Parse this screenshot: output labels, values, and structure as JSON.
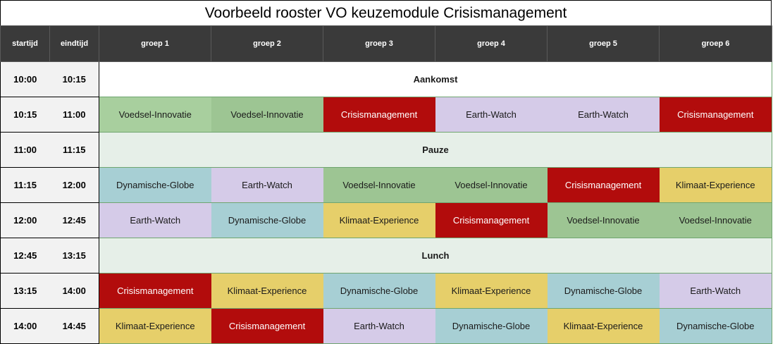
{
  "title": "Voorbeeld rooster VO keuzemodule  Crisismanagement",
  "headers": {
    "start": "startijd",
    "end": "eindtijd",
    "groups": [
      "groep 1",
      "groep 2",
      "groep 3",
      "groep 4",
      "groep 5",
      "groep 6"
    ]
  },
  "rows": [
    {
      "start": "10:00",
      "end": "10:15",
      "span": "Aankomst"
    },
    {
      "start": "10:15",
      "end": "11:00",
      "cells": [
        "Voedsel-Innovatie",
        "Voedsel-Innovatie",
        "Crisismanagement",
        "Earth-Watch",
        "Earth-Watch",
        "Crisismanagement"
      ]
    },
    {
      "start": "11:00",
      "end": "11:15",
      "span": "Pauze"
    },
    {
      "start": "11:15",
      "end": "12:00",
      "cells": [
        "Dynamische-Globe",
        "Earth-Watch",
        "Voedsel-Innovatie",
        "Voedsel-Innovatie",
        "Crisismanagement",
        "Klimaat-Experience"
      ]
    },
    {
      "start": "12:00",
      "end": "12:45",
      "cells": [
        "Earth-Watch",
        "Dynamische-Globe",
        "Klimaat-Experience",
        "Crisismanagement",
        "Voedsel-Innovatie",
        "Voedsel-Innovatie"
      ]
    },
    {
      "start": "12:45",
      "end": "13:15",
      "span": "Lunch"
    },
    {
      "start": "13:15",
      "end": "14:00",
      "cells": [
        "Crisismanagement",
        "Klimaat-Experience",
        "Dynamische-Globe",
        "Klimaat-Experience",
        "Dynamische-Globe",
        "Earth-Watch"
      ]
    },
    {
      "start": "14:00",
      "end": "14:45",
      "cells": [
        "Klimaat-Experience",
        "Crisismanagement",
        "Earth-Watch",
        "Dynamische-Globe",
        "Klimaat-Experience",
        "Dynamische-Globe"
      ]
    }
  ],
  "colors": {
    "header_bg": "#3a3a3a",
    "voedsel_innovatie": "#9dc593",
    "crisismanagement": "#b20c0c",
    "earth_watch": "#d5cbe8",
    "dynamische_globe": "#a7cfd4",
    "klimaat_experience": "#e6cf6a",
    "pauze_bg": "#e6efe8"
  }
}
